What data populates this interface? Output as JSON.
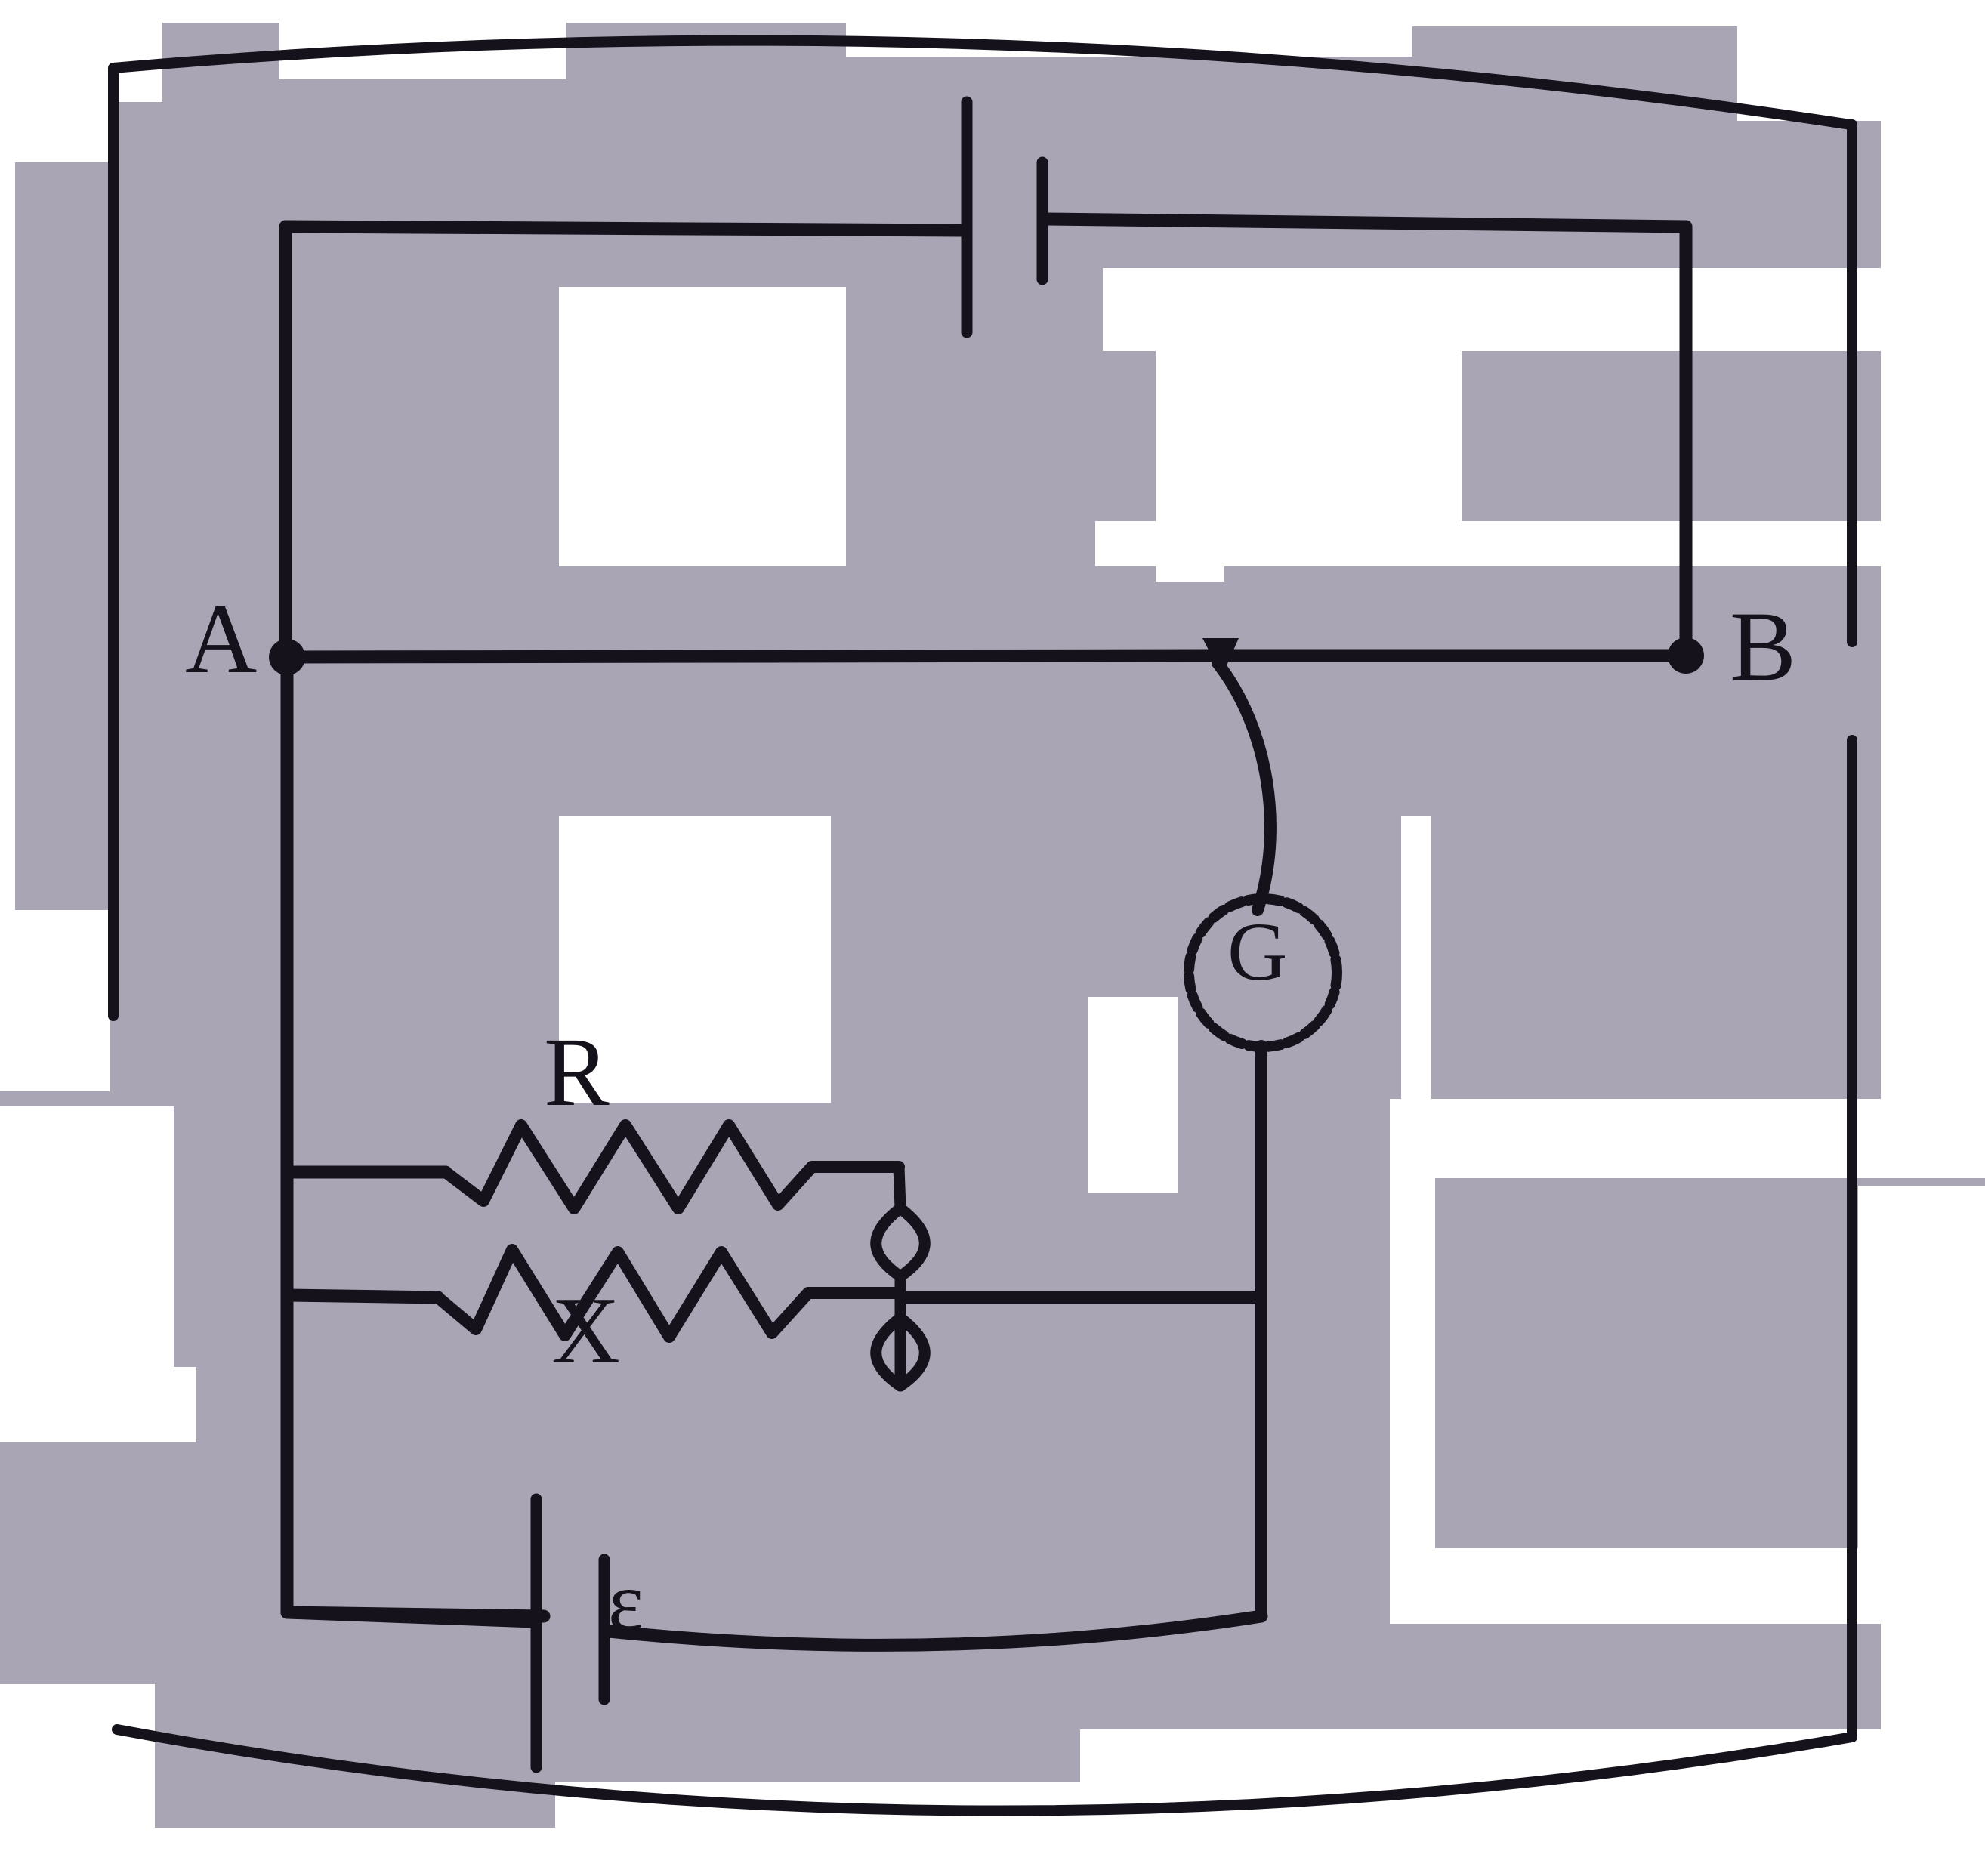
{
  "diagram": {
    "title": "Potentiometer / Wheatstone bridge style circuit",
    "background_color": "#a9a5b5",
    "ink_color": "#15121c",
    "labels": {
      "node_a": "A",
      "node_b": "B",
      "galvanometer": "G",
      "resistor_upper": "R",
      "resistor_lower": "X",
      "emf_source": "ε"
    },
    "components": [
      {
        "name": "driver-cell",
        "symbol": "battery",
        "label": ""
      },
      {
        "name": "bridge-wire",
        "symbol": "wire",
        "label": "A–B"
      },
      {
        "name": "galvanometer",
        "symbol": "circle-G",
        "label": "G"
      },
      {
        "name": "resistor-R",
        "symbol": "zigzag",
        "label": "R"
      },
      {
        "name": "resistor-X",
        "symbol": "zigzag",
        "label": "X"
      },
      {
        "name": "jockey-contact",
        "symbol": "lens-stack",
        "label": ""
      },
      {
        "name": "emf-cell",
        "symbol": "battery",
        "label": "ε"
      }
    ]
  }
}
